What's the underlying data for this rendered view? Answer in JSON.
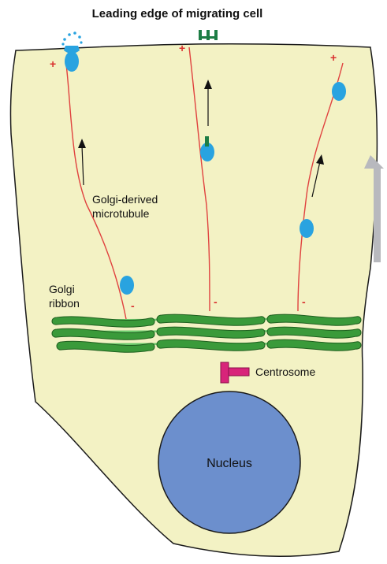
{
  "title": "Leading edge of migrating cell",
  "labels": {
    "microtubule_line1": "Golgi-derived",
    "microtubule_line2": "microtubule",
    "golgi_line1": "Golgi",
    "golgi_line2": "ribbon",
    "centrosome": "Centrosome",
    "nucleus": "Nucleus"
  },
  "signs": {
    "plus": "+",
    "minus": "-"
  },
  "colors": {
    "cytoplasm": "#f3f2c4",
    "membrane": "#1a1a1a",
    "microtubule": "#e0423f",
    "vesicle": "#29a3e0",
    "golgi": "#3a9a3a",
    "golgi_link": "#6cc96c",
    "centrosome": "#d8247a",
    "nucleus": "#6c8fcd",
    "arrow": "#b8b9be",
    "marker": "#1e7d45"
  }
}
